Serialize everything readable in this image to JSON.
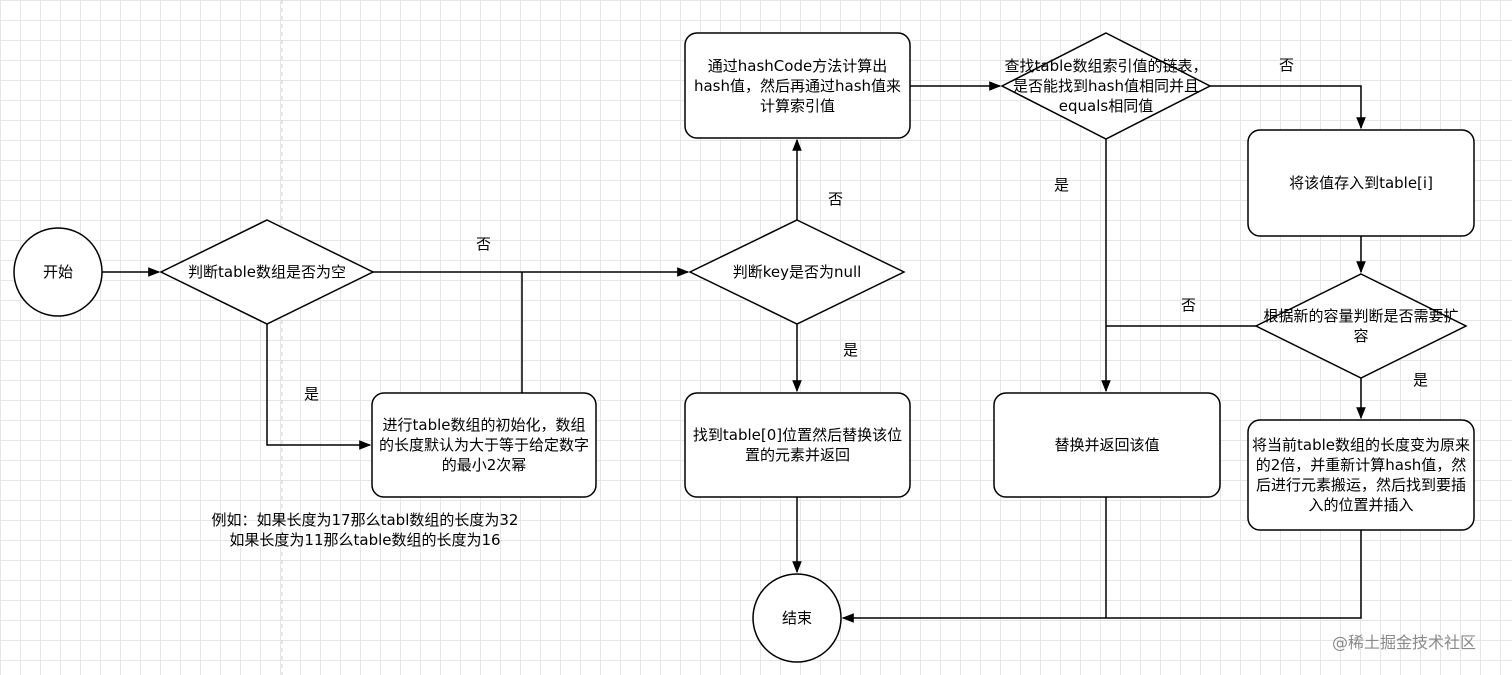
{
  "nodes": {
    "start": "开始",
    "check_table_empty": "判断table数组是否为空",
    "init_table": "进行table数组的初始化，数组的长度默认为大于等于给定数字的最小2次幂",
    "check_key_null": "判断key是否为null",
    "replace_table0": "找到table[0]位置然后替换该位置的元素并返回",
    "calc_hash": "通过hashCode方法计算出hash值，然后再通过hash值来计算索引值",
    "find_chain": "查找table数组索引值的链表，是否能找到hash值相同并且equals相同值",
    "store_value": "将该值存入到table[i]",
    "check_resize": "根据新的容量判断是否需要扩容",
    "replace_return": "替换并返回该值",
    "resize": "将当前table数组的长度变为原来的2倍，并重新计算hash值，然后进行元素搬运，然后找到要插入的位置并插入",
    "end": "结束"
  },
  "edge_labels": {
    "table_empty_no": "否",
    "table_empty_yes": "是",
    "key_null_no": "否",
    "key_null_yes": "是",
    "find_no": "否",
    "find_yes": "是",
    "resize_no": "否",
    "resize_yes": "是"
  },
  "note": {
    "line1": "例如：如果长度为17那么tabl数组的长度为32",
    "line2": "如果长度为11那么table数组的长度为16"
  },
  "watermark": "@稀土掘金技术社区",
  "colors": {
    "stroke": "#000000",
    "fill": "#ffffff",
    "grid": "#e6e6e6"
  }
}
